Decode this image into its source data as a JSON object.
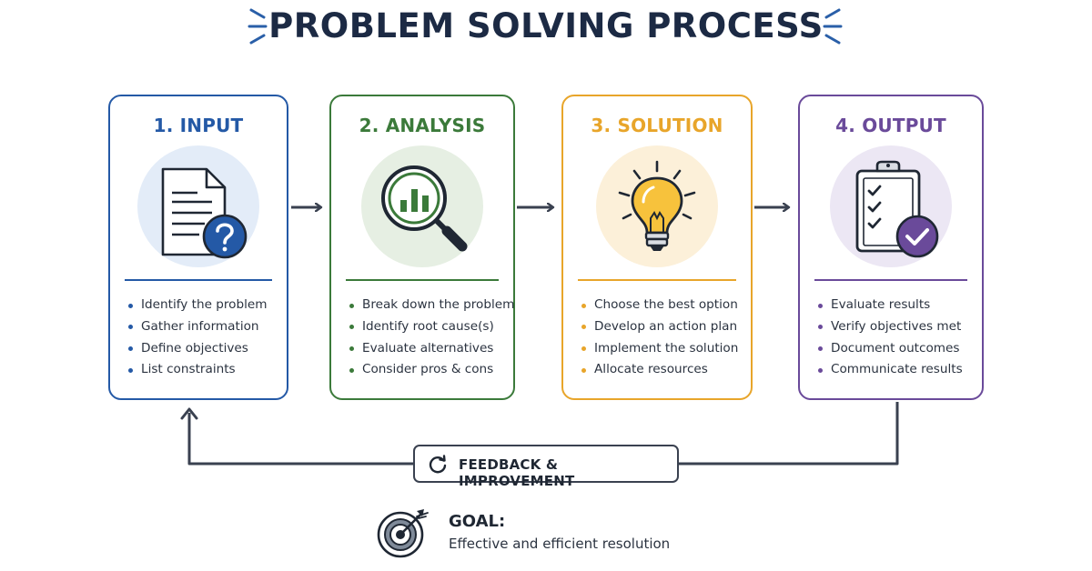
{
  "title": "PROBLEM SOLVING PROCESS",
  "colors": {
    "title": "#1c2a44",
    "accent_burst": "#2a5fa8",
    "connector": "#3a4150"
  },
  "steps": [
    {
      "title": "1. INPUT",
      "color": "#2459a6",
      "circle_bg": "#e3ecf8",
      "icon": "document-question-icon",
      "bullets": [
        "Identify the problem",
        "Gather information",
        "Define objectives",
        "List constraints"
      ]
    },
    {
      "title": "2. ANALYSIS",
      "color": "#3b7a3a",
      "circle_bg": "#e6efe3",
      "icon": "magnifier-chart-icon",
      "bullets": [
        "Break down the problem",
        "Identify root cause(s)",
        "Evaluate alternatives",
        "Consider pros & cons"
      ]
    },
    {
      "title": "3. SOLUTION",
      "color": "#e8a52a",
      "circle_bg": "#fcf0d9",
      "icon": "lightbulb-icon",
      "bullets": [
        "Choose the best option",
        "Develop an action plan",
        "Implement the solution",
        "Allocate resources"
      ]
    },
    {
      "title": "4. OUTPUT",
      "color": "#6a4a9a",
      "circle_bg": "#ece7f4",
      "icon": "clipboard-check-icon",
      "bullets": [
        "Evaluate results",
        "Verify objectives met",
        "Document outcomes",
        "Communicate results"
      ]
    }
  ],
  "feedback": {
    "label": "FEEDBACK & IMPROVEMENT",
    "icon": "refresh-icon"
  },
  "goal": {
    "label": "GOAL:",
    "description": "Effective and efficient resolution",
    "icon": "target-icon"
  }
}
